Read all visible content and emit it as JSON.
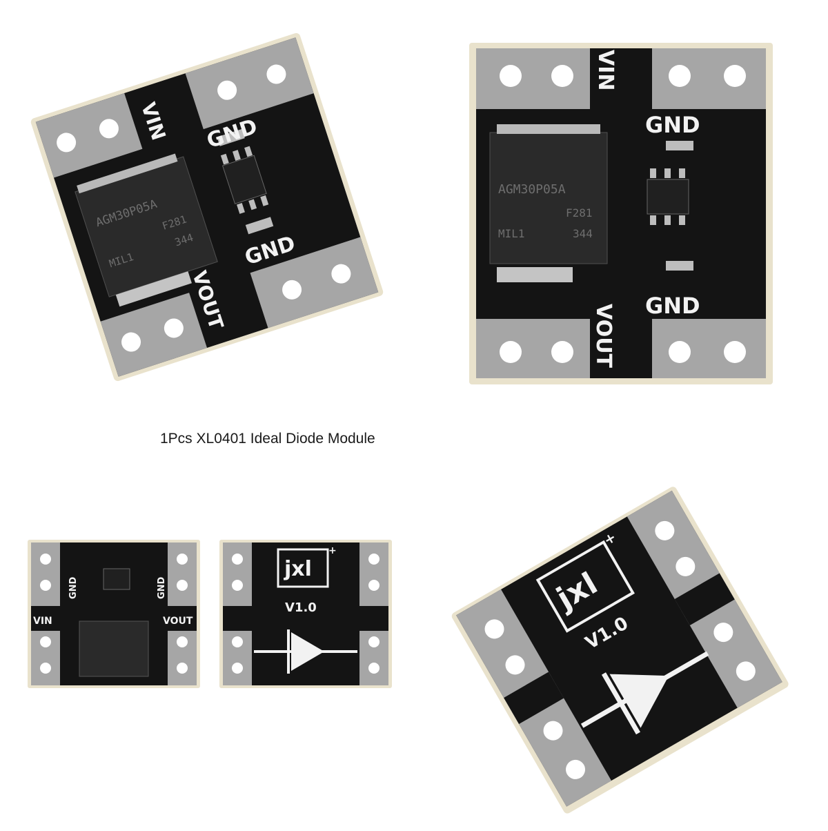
{
  "caption": "1Pcs XL0401 Ideal Diode Module",
  "labels": {
    "vin": "VIN",
    "vout": "VOUT",
    "gnd": "GND",
    "logo": "jxl",
    "logo_plus": "+",
    "version": "V1.0",
    "mosfet_line1": "AGM30P05A",
    "mosfet_line2": "F281",
    "mosfet_line3": "MIL1",
    "mosfet_line4": "344"
  },
  "colors": {
    "pcb_black": "#141414",
    "pad_silver": "#a6a6a6",
    "board_edge": "#e9e2cc",
    "silkscreen": "#f2f2f2"
  }
}
